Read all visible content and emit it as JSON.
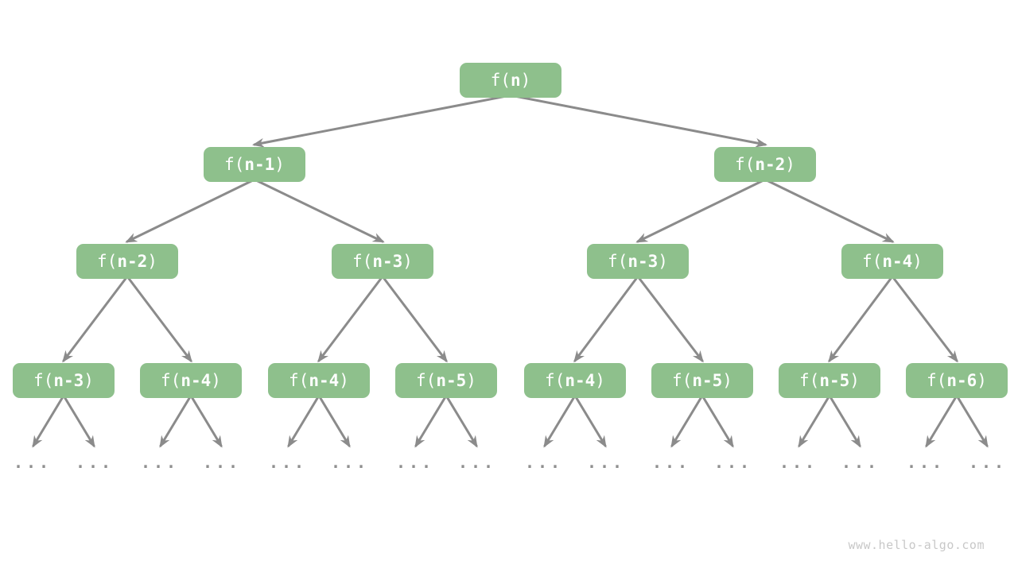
{
  "diagram": {
    "watermark": "www.hello-algo.com",
    "ellipsis_label": "...",
    "colors": {
      "node_fill": "#8EC08C",
      "node_text": "#FFFFFF",
      "arrow": "#8B8B8B",
      "ellipsis": "#8F8F8F",
      "watermark": "#C8C8C8"
    },
    "tree": {
      "root": {
        "prefix": "f(",
        "arg": "n",
        "suffix": ")"
      },
      "level2": [
        {
          "prefix": "f(",
          "arg": "n-1",
          "suffix": ")"
        },
        {
          "prefix": "f(",
          "arg": "n-2",
          "suffix": ")"
        }
      ],
      "level3": [
        {
          "prefix": "f(",
          "arg": "n-2",
          "suffix": ")"
        },
        {
          "prefix": "f(",
          "arg": "n-3",
          "suffix": ")"
        },
        {
          "prefix": "f(",
          "arg": "n-3",
          "suffix": ")"
        },
        {
          "prefix": "f(",
          "arg": "n-4",
          "suffix": ")"
        }
      ],
      "level4": [
        {
          "prefix": "f(",
          "arg": "n-3",
          "suffix": ")"
        },
        {
          "prefix": "f(",
          "arg": "n-4",
          "suffix": ")"
        },
        {
          "prefix": "f(",
          "arg": "n-4",
          "suffix": ")"
        },
        {
          "prefix": "f(",
          "arg": "n-5",
          "suffix": ")"
        },
        {
          "prefix": "f(",
          "arg": "n-4",
          "suffix": ")"
        },
        {
          "prefix": "f(",
          "arg": "n-5",
          "suffix": ")"
        },
        {
          "prefix": "f(",
          "arg": "n-5",
          "suffix": ")"
        },
        {
          "prefix": "f(",
          "arg": "n-6",
          "suffix": ")"
        }
      ]
    }
  }
}
